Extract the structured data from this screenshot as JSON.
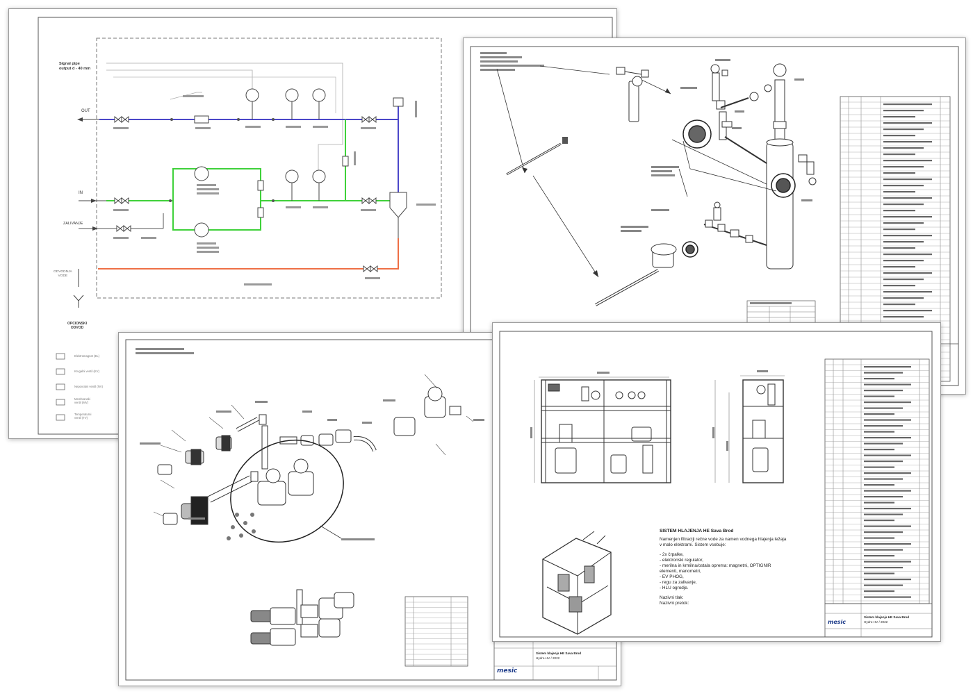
{
  "pid": {
    "labels": {
      "supply_note": "Signal pipe\noutput d - 40 mm",
      "out": "OUT",
      "in": "IN",
      "fill": "ZALIVANJE",
      "drain": "ODVODNJA\nVODE",
      "drain_system": "OPCIONSKI\nODVOD"
    },
    "legend": [
      "Elektromagnet (EL)",
      "Krugalni ventil (KV)",
      "Nepovratni ventil (NV)",
      "Membranski\nventil (MV)",
      "Temperaturni\nventil (TV)"
    ]
  },
  "skid": {
    "note": {
      "title": "SISTEM HLAJENJA HE Sava Brod",
      "intro": "Namenjen filtraciji rečne vode za namen vodnega hlajenja ležaja\nv malo elektrarni. Sistem vsebuje:",
      "items": [
        "- 2x črpalke,",
        "- elektronski regulator,",
        "- merilna in krmilna/ostala oprema: magnetni, OPTIGNIR",
        "  elementi, manometri,",
        "- EV PHOG,",
        "- regu za zalivanje,",
        "- HLU ogrodje."
      ],
      "footer": [
        "Nazivni tlak:",
        "Nazivni pretok:"
      ]
    },
    "title_block": {
      "title": "Sistem hlajenja HE Sava Brod",
      "subtitle": "Hydro-HV / 2022",
      "logo": "mesic"
    }
  },
  "expl": {
    "title_block": {
      "title": "Sistem hlajenja HE Sava Brod",
      "subtitle": "Hydro-HV / 2022",
      "logo": "mesic"
    }
  },
  "colors": {
    "supply": "#4b47c9",
    "return": "#3fd13a",
    "drain": "#ee6f45",
    "frame": "#9a9a9a",
    "logo": "#1f3d8a"
  }
}
